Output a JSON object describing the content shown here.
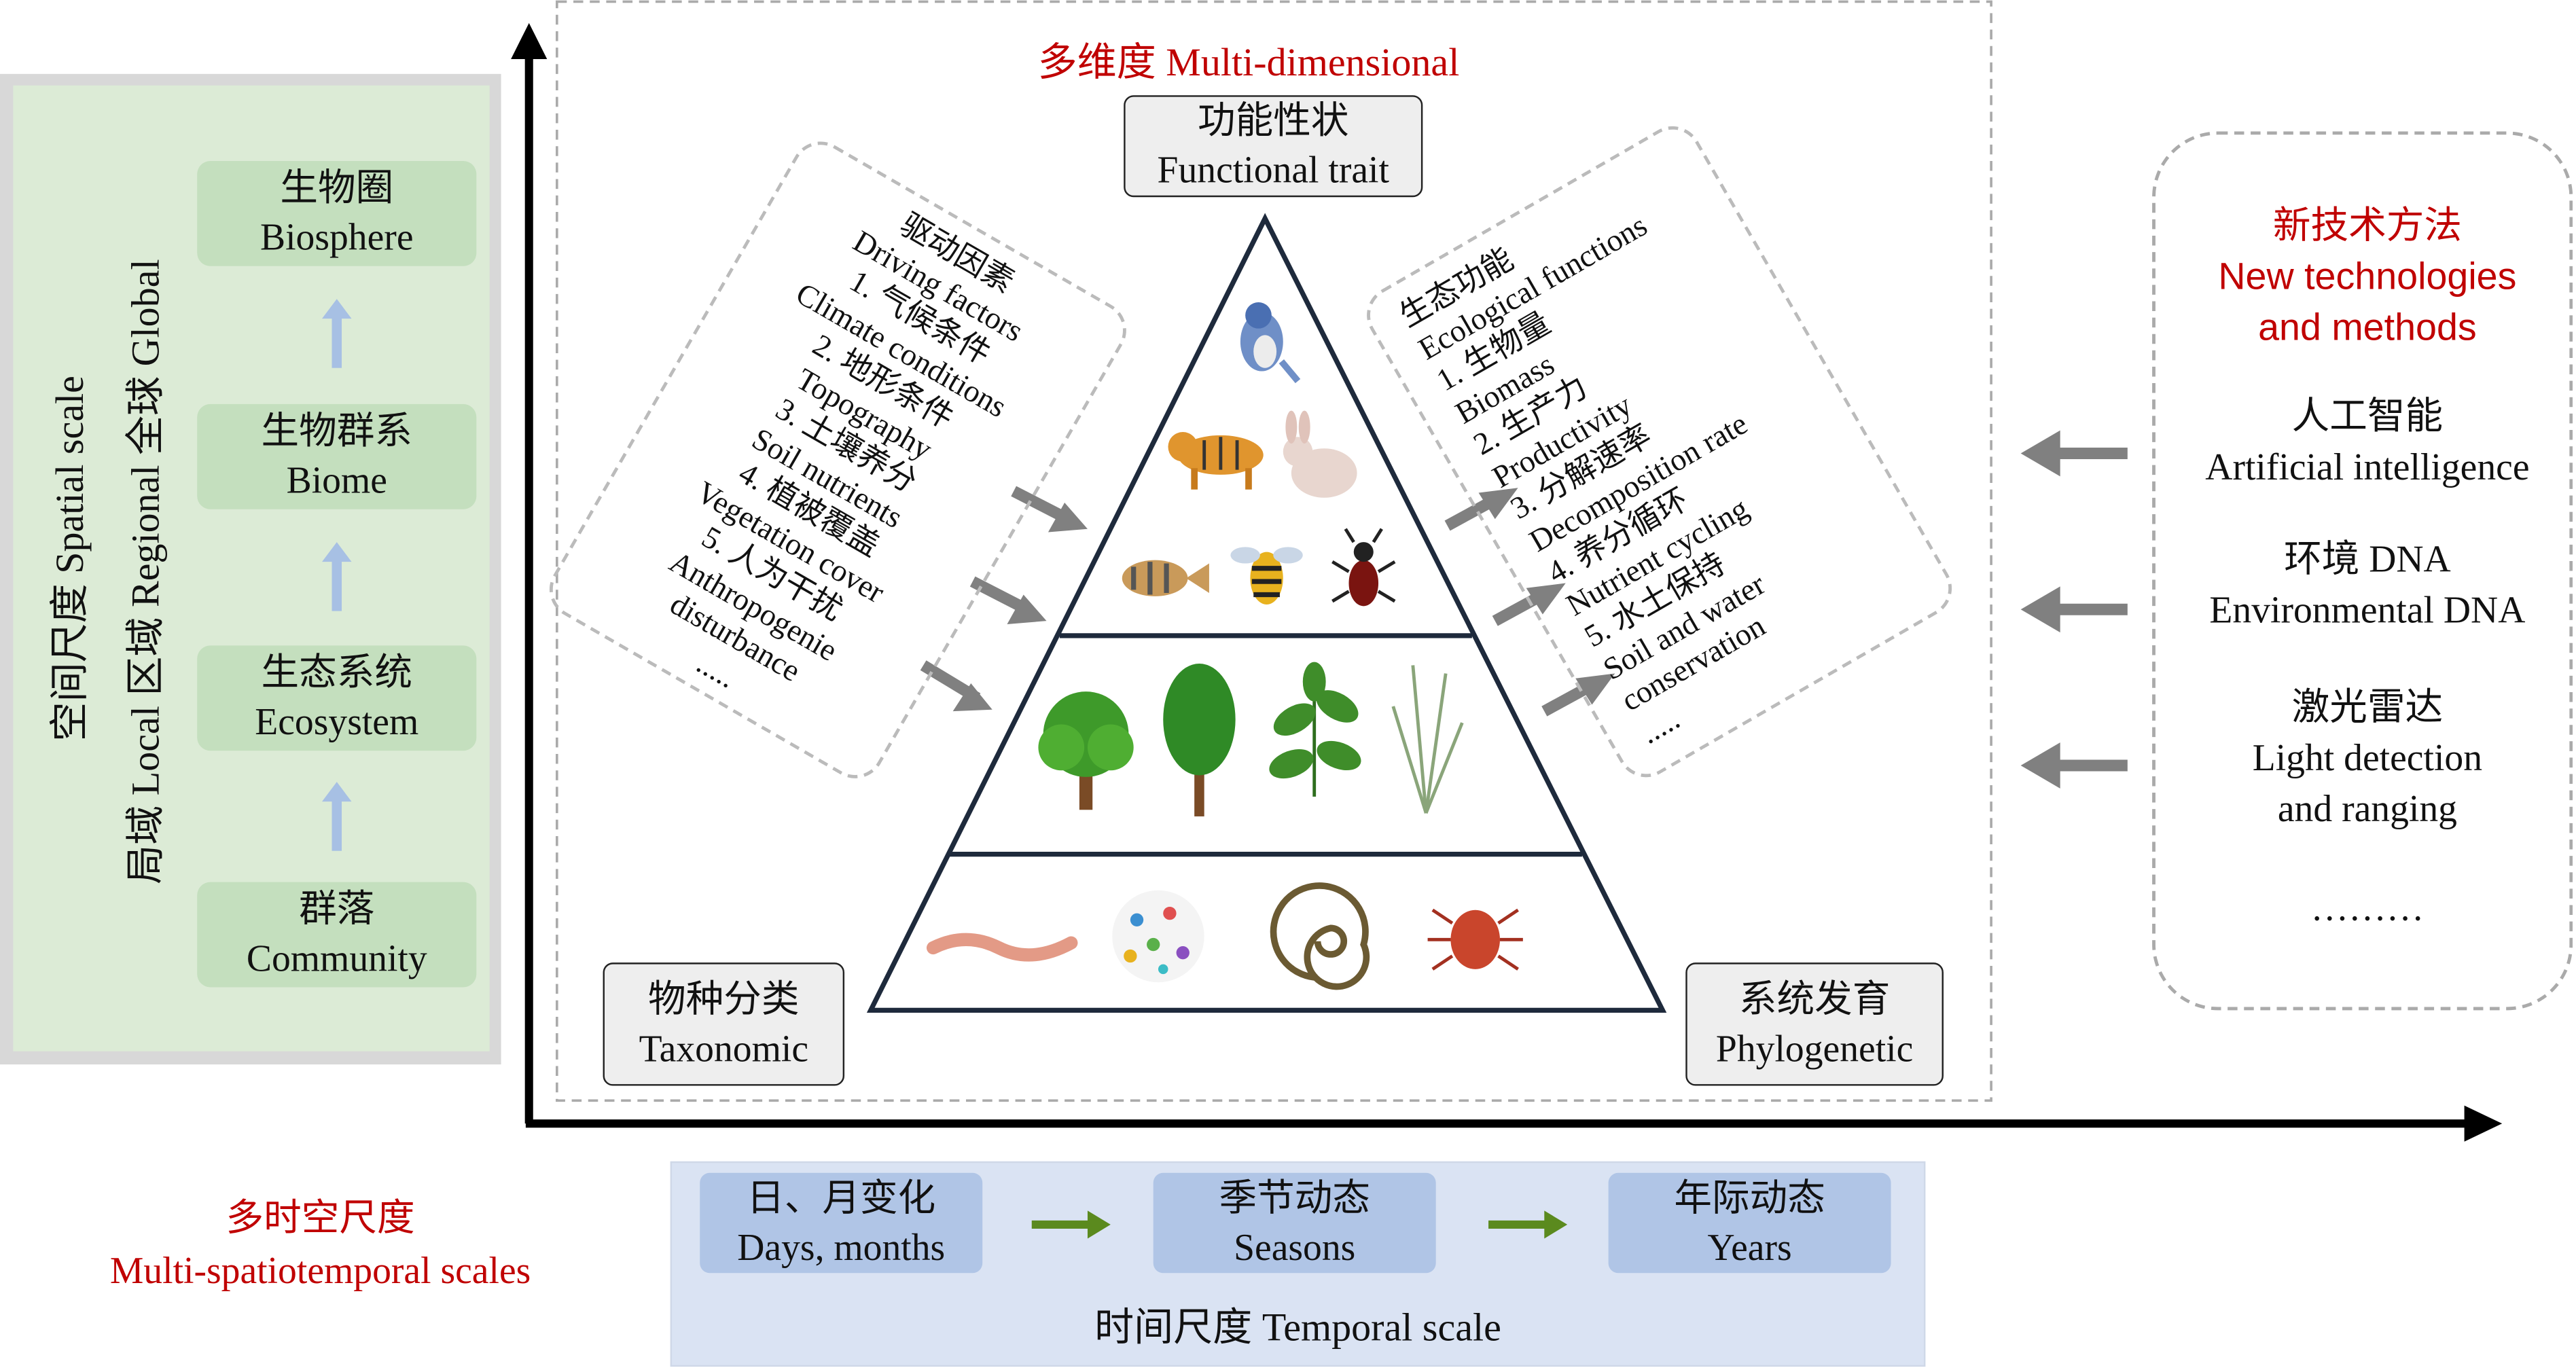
{
  "spatial": {
    "axis_label": "空间尺度 Spatial scale",
    "levels_label": "局域 Local 区域 Regional 全球 Global",
    "levels": [
      {
        "zh": "生物圈",
        "en": "Biosphere"
      },
      {
        "zh": "生物群系",
        "en": "Biome"
      },
      {
        "zh": "生态系统",
        "en": "Ecosystem"
      },
      {
        "zh": "群落",
        "en": "Community"
      }
    ]
  },
  "multi_dim": {
    "title": "多维度 Multi-dimensional",
    "functional": {
      "zh": "功能性状",
      "en": "Functional trait"
    },
    "taxonomic": {
      "zh": "物种分类",
      "en": "Taxonomic"
    },
    "phylogenetic": {
      "zh": "系统发育",
      "en": "Phylogenetic"
    }
  },
  "drivers": {
    "lines": [
      "驱动因素",
      "Driving factors",
      "1. 气候条件",
      "Climate conditions",
      "2. 地形条件",
      "Topography",
      "3. 土壤养分",
      "Soil nutrients",
      "4. 植被覆盖",
      "Vegetation cover",
      "5. 人为干扰",
      "Anthropogenie",
      "disturbance",
      "....."
    ]
  },
  "functions": {
    "lines": [
      "生态功能",
      "Ecological functions",
      "1. 生物量",
      "Biomass",
      "2. 生产力",
      "Productivity",
      "3. 分解速率",
      "Decomposition rate",
      "4. 养分循环",
      "Nutrient cycling",
      "5. 水土保持",
      "Soil and water",
      "conservation",
      "....."
    ]
  },
  "tech": {
    "title_zh": "新技术方法",
    "title_en1": "New technologies",
    "title_en2": "and methods",
    "items": [
      {
        "zh": "人工智能",
        "en": "Artificial intelligence"
      },
      {
        "zh": "环境 DNA",
        "en": "Environmental DNA"
      },
      {
        "zh": "激光雷达",
        "en": "Light detection",
        "en2": "and ranging"
      }
    ],
    "more": "………"
  },
  "multiscale": {
    "zh": "多时空尺度",
    "en": "Multi-spatiotemporal scales"
  },
  "temporal": {
    "label": "时间尺度 Temporal scale",
    "steps": [
      {
        "zh": "日、月变化",
        "en": "Days, months"
      },
      {
        "zh": "季节动态",
        "en": "Seasons"
      },
      {
        "zh": "年际动态",
        "en": "Years"
      }
    ]
  },
  "colors": {
    "red": "#c00000",
    "green_box": "#c4dfbe",
    "blue_box": "#b0c5e6"
  }
}
